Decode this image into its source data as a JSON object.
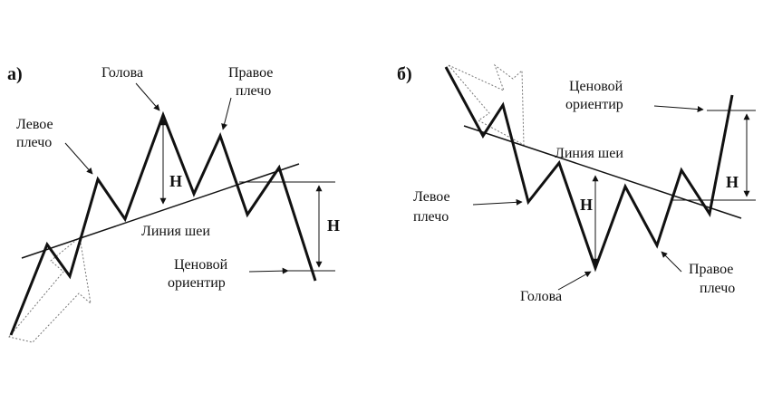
{
  "panel_a": {
    "tag": "а)",
    "head": "Голова",
    "left_shoulder_l1": "Левое",
    "left_shoulder_l2": "плечо",
    "right_shoulder_l1": "Правое",
    "right_shoulder_l2": "плечо",
    "neckline": "Линия шеи",
    "target_l1": "Ценовой",
    "target_l2": "ориентир",
    "height_mark_1": "H",
    "height_mark_2": "H"
  },
  "panel_b": {
    "tag": "б)",
    "target_l1": "Ценовой",
    "target_l2": "ориентир",
    "neckline": "Линия шеи",
    "left_shoulder_l1": "Левое",
    "left_shoulder_l2": "плечо",
    "head": "Голова",
    "right_shoulder_l1": "Правое",
    "right_shoulder_l2": "плечо",
    "height_mark_1": "H",
    "height_mark_2": "H"
  }
}
